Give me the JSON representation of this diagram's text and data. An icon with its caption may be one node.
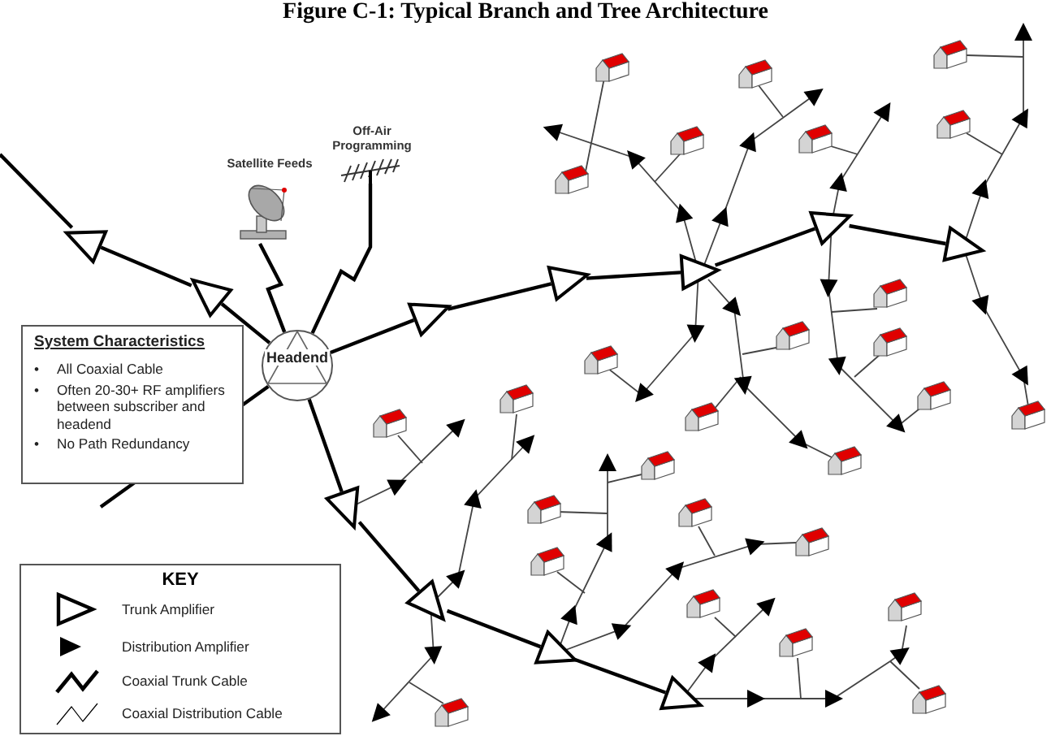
{
  "diagram": {
    "title": "Figure C-1: Typical Branch and Tree Architecture",
    "nodes": [
      {
        "text": [
          "Satellite Feeds"
        ]
      },
      {
        "text": [
          "Off-Air Programming"
        ]
      },
      {
        "text": [
          "System Characteristics",
          "•",
          "All Coaxial Cable",
          "•",
          "Often 20-30+ RF amplifiers between subscriber and headend",
          "•",
          "No Path Redundancy"
        ]
      },
      {
        "text": [
          "Headend"
        ]
      },
      {
        "text": [],
        "shape": "triangle"
      },
      {
        "text": [],
        "shape": "triangle"
      },
      {
        "text": [],
        "shape": "triangle"
      },
      {
        "text": [],
        "shape": "triangle"
      },
      {
        "text": [],
        "shape": "triangle"
      },
      {
        "text": [],
        "shape": "triangle"
      },
      {
        "text": [],
        "shape": "triangle"
      },
      {
        "text": [],
        "shape": "triangle"
      },
      {
        "text": [],
        "shape": "triangle"
      },
      {
        "text": [],
        "shape": "triangle"
      },
      {
        "text": [],
        "shape": "triangle"
      }
    ],
    "edges": [
      {
        "from": 0,
        "to": 3,
        "arrow": "none"
      },
      {
        "from": 1,
        "to": 3,
        "arrow": "none"
      },
      {
        "from": 3,
        "to": 5,
        "arrow": "none"
      },
      {
        "from": 5,
        "to": 4,
        "arrow": "none"
      },
      {
        "from": 4,
        "to": null,
        "arrow": "none"
      },
      {
        "from": 3,
        "to": null,
        "arrow": "none"
      },
      {
        "from": 3,
        "to": 7,
        "arrow": "none"
      },
      {
        "from": 7,
        "to": 10,
        "arrow": "none"
      },
      {
        "from": 10,
        "to": 12,
        "arrow": "none"
      },
      {
        "from": 12,
        "to": 13,
        "arrow": "none"
      },
      {
        "from": 13,
        "to": 14,
        "arrow": "none"
      },
      {
        "from": 3,
        "to": 6,
        "arrow": "none"
      },
      {
        "from": 6,
        "to": 8,
        "arrow": "none"
      },
      {
        "from": 8,
        "to": 9,
        "arrow": "none"
      },
      {
        "from": 9,
        "to": 11,
        "arrow": "none"
      }
    ],
    "labels": [
      "KEY"
    ],
    "legend": [
      {
        "text": "Trunk Amplifier"
      },
      {
        "text": "Distribution Amplifier"
      },
      {
        "text": "Coaxial Trunk Cable"
      },
      {
        "text": "Coaxial Distribution Cable"
      }
    ]
  }
}
